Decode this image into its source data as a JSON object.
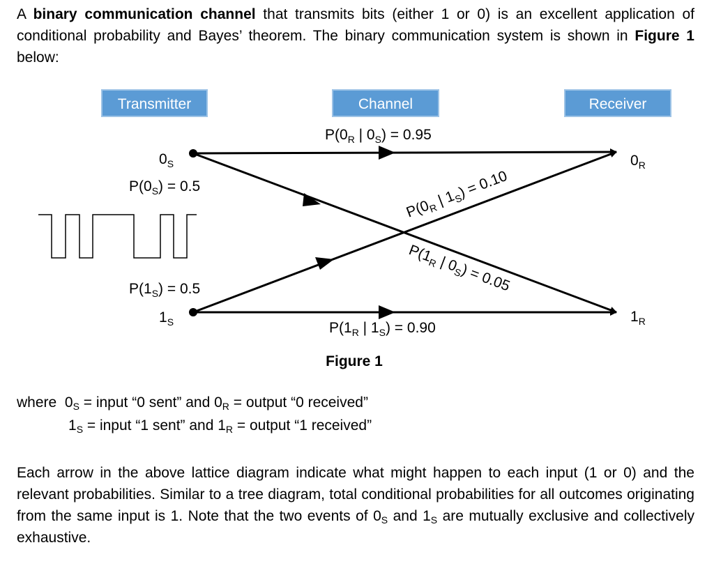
{
  "intro": {
    "p1": "A ",
    "b1": "binary communication channel",
    "p2": " that transmits bits (either 1 or 0) is an excellent application of conditional probability and Bayes’ theorem. The binary communication system is shown in ",
    "b2": "Figure 1",
    "p3": " below:"
  },
  "diagram": {
    "boxes": {
      "transmitter": "Transmitter",
      "channel": "Channel",
      "receiver": "Receiver"
    },
    "nodes": {
      "zero_s": {
        "main": "0",
        "sub": "S"
      },
      "one_s": {
        "main": "1",
        "sub": "S"
      },
      "zero_r": {
        "main": "0",
        "sub": "R"
      },
      "one_r": {
        "main": "1",
        "sub": "R"
      }
    },
    "priors": {
      "p0": {
        "a": "P(0",
        "sub": "S",
        "b": ") = 0.5"
      },
      "p1": {
        "a": "P(1",
        "sub": "S",
        "b": ") = 0.5"
      }
    },
    "edges": {
      "top": {
        "a": "P(0",
        "s1": "R",
        "m": " | 0",
        "s2": "S",
        "b": ") = 0.95"
      },
      "bottom": {
        "a": "P(1",
        "s1": "R",
        "m": " | 1",
        "s2": "S",
        "b": ") = 0.90"
      },
      "up": {
        "a": "P(0",
        "s1": "R",
        "m": " | 1",
        "s2": "S",
        "b": ") = 0.10"
      },
      "down": {
        "a": "P(1",
        "s1": "R",
        "m": " | 0",
        "s2": "S",
        "b": ") = 0.05"
      }
    },
    "colors": {
      "box_fill": "#5b9bd5",
      "box_stroke": "#9dc3e6",
      "line": "#000000"
    }
  },
  "caption": "Figure 1",
  "where": {
    "lead": "where",
    "line1": {
      "a": "0",
      "s1": "S",
      "b": " = input “0 sent” and 0",
      "s2": "R",
      "c": " = output “0 received”"
    },
    "line2": {
      "a": "1",
      "s1": "S",
      "b": " = input “1 sent” and 1",
      "s2": "R",
      "c": " = output “1 received”"
    }
  },
  "outro": {
    "p1": "Each arrow in the above lattice diagram indicate what might happen to each input (1 or 0) and the relevant probabilities. Similar to a tree diagram, total conditional probabilities for all outcomes originating from the same input is 1. Note that the two events of 0",
    "s1": "S",
    "p2": " and 1",
    "s2": "S",
    "p3": " are mutually exclusive and collectively exhaustive."
  }
}
